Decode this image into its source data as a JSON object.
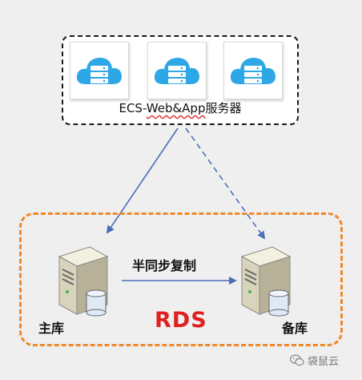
{
  "ecs_group": {
    "label_prefix": "ECS-",
    "label_marked": "Web&App",
    "label_suffix": "服务器",
    "server_count": 3
  },
  "rds_group": {
    "title": "RDS",
    "primary_label": "主库",
    "standby_label": "备库",
    "replication_label": "半同步复制"
  },
  "watermark": {
    "text": "袋鼠云"
  },
  "colors": {
    "cloud_icon": "#2ea7e6",
    "arrow": "#4a6fb5",
    "rds_border": "#f0872a",
    "rds_title": "#e02020"
  },
  "icons": [
    "cloud-server-icon",
    "database-server-icon",
    "wechat-icon"
  ]
}
